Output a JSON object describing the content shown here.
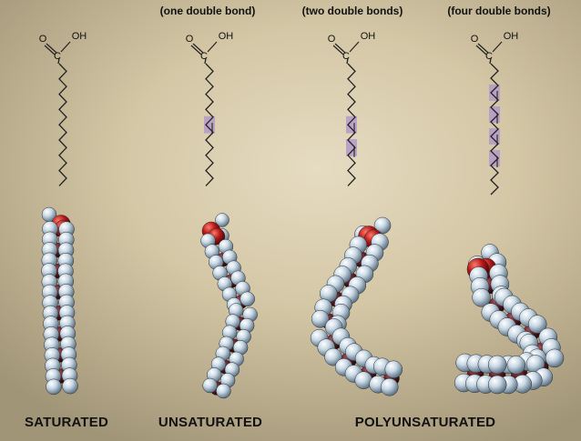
{
  "header_notes": [
    "(one double bond)",
    "(two double bonds)",
    "(four double bonds)"
  ],
  "footer_labels": [
    "SATURATED",
    "UNSATURATED",
    "POLYUNSATURATED"
  ],
  "molecules": [
    {
      "carboxyl": {
        "carbon": "C",
        "oxygen": "O",
        "hydroxyl": "OH"
      },
      "chain_carbons": 17,
      "double_bonds": 0
    },
    {
      "carboxyl": {
        "carbon": "C",
        "oxygen": "O",
        "hydroxyl": "OH"
      },
      "chain_carbons": 17,
      "double_bonds": 1
    },
    {
      "carboxyl": {
        "carbon": "C",
        "oxygen": "O",
        "hydroxyl": "OH"
      },
      "chain_carbons": 17,
      "double_bonds": 2
    },
    {
      "carboxyl": {
        "carbon": "C",
        "oxygen": "O",
        "hydroxyl": "OH"
      },
      "chain_carbons": 19,
      "double_bonds": 4
    }
  ],
  "colors": {
    "background": "#d4c7a6",
    "bond": "#222222",
    "double_bond_highlight": "#b49ac8",
    "hydrogen_atom": "#c9d9e6",
    "carbon_atom": "#5a1a22",
    "oxygen_atom": "#b51818"
  }
}
